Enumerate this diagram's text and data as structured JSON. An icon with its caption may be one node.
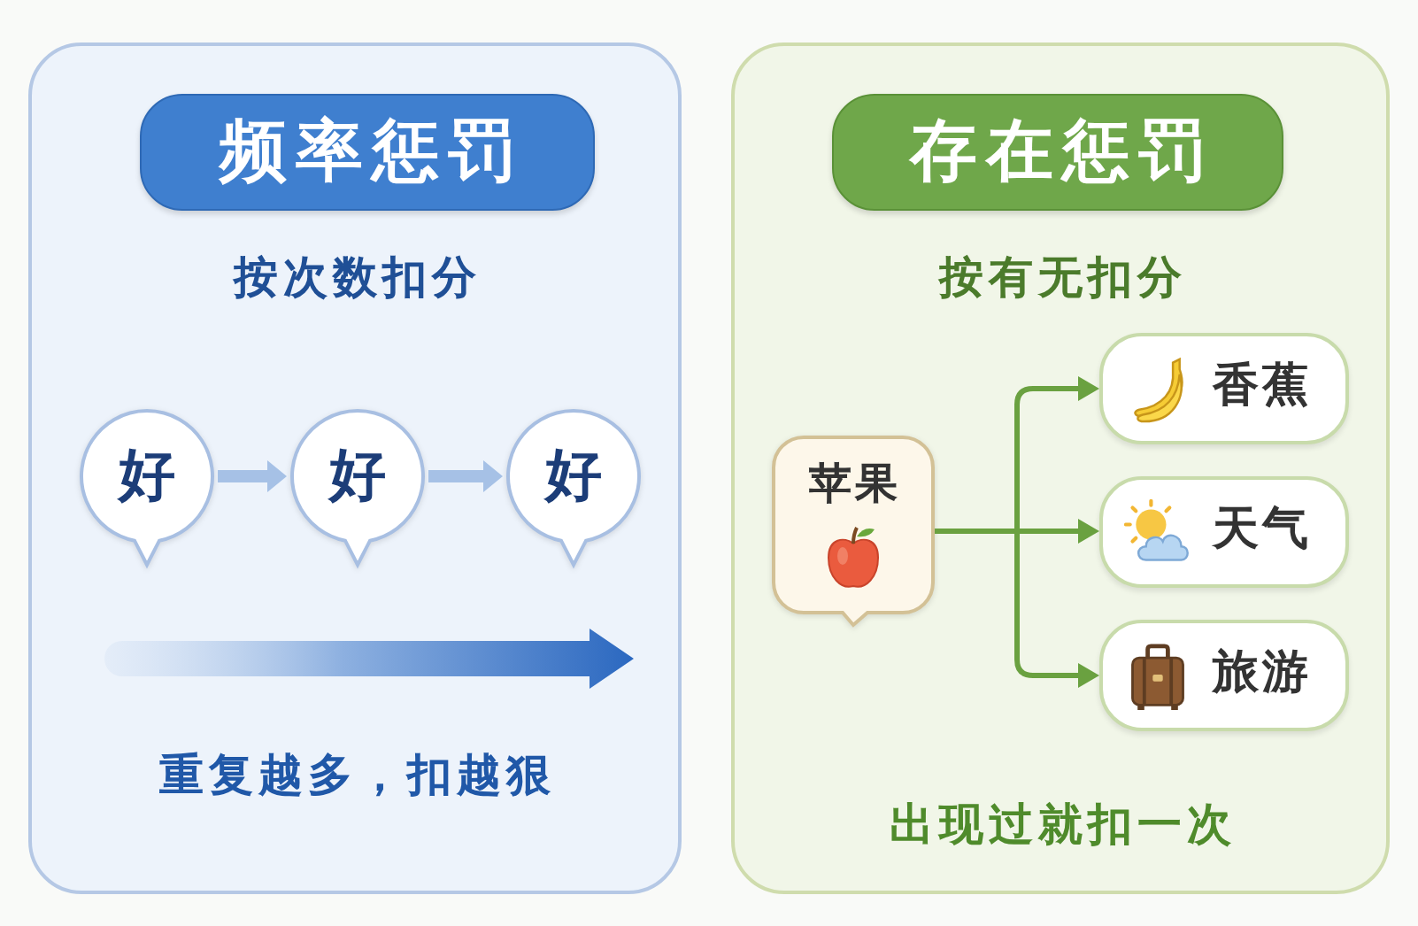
{
  "diagram": {
    "nodes": [
      {
        "text": [
          "按次数扣分",
          "重复越多，扣越狠"
        ]
      },
      {
        "text": [
          "频率惩罚"
        ],
        "in": 0
      },
      {
        "text": [
          "好"
        ],
        "in": 0
      },
      {
        "text": [
          "好"
        ],
        "in": 0
      },
      {
        "text": [
          "好"
        ],
        "in": 0
      },
      {
        "text": [
          "按有无扣分",
          "出现过就扣一次"
        ]
      },
      {
        "text": [
          "存在惩罚"
        ],
        "in": 5
      },
      {
        "text": [
          "苹果"
        ],
        "in": 5
      },
      {
        "text": [
          "香蕉"
        ],
        "in": 5
      },
      {
        "text": [
          "天气"
        ],
        "in": 5
      },
      {
        "text": [
          "旅游"
        ],
        "in": 5
      }
    ],
    "edges": [
      {
        "from": 2,
        "to": 3,
        "arrow": "to",
        "style": "thick",
        "color": "#a6c1e6"
      },
      {
        "from": 3,
        "to": 4,
        "arrow": "to",
        "style": "thick",
        "color": "#a6c1e6"
      },
      {
        "from": 7,
        "to": 8,
        "arrow": "to"
      },
      {
        "from": 7,
        "to": 9,
        "arrow": "to"
      },
      {
        "from": 7,
        "to": 10,
        "arrow": "to"
      }
    ]
  }
}
